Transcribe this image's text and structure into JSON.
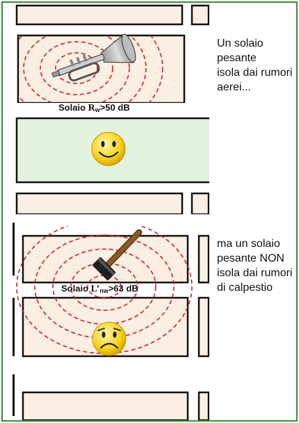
{
  "top_panel": {
    "caption": "Un solaio\npesante\nisola dai rumori\naerei...",
    "label": {
      "prefix": "Solaio ",
      "symbol": "R",
      "subscript": "w",
      "suffix": ">50 dB"
    }
  },
  "bottom_panel": {
    "caption": "ma un solaio\npesante NON\nisola dai rumori\ndi calpestio",
    "label": {
      "prefix": "Solaio ",
      "symbol": "L’",
      "subscript": "nw",
      "suffix": ">63 dB"
    }
  },
  "colors": {
    "frame": "#3a8a3a",
    "wall_fill": "#fbeee2",
    "quiet_room_fill": "#e3f2dc",
    "sound_wave": "#cc1f1f",
    "outline": "#111111"
  },
  "icons": [
    "trumpet-icon",
    "happy-face-icon",
    "hammer-icon",
    "sad-face-icon"
  ]
}
